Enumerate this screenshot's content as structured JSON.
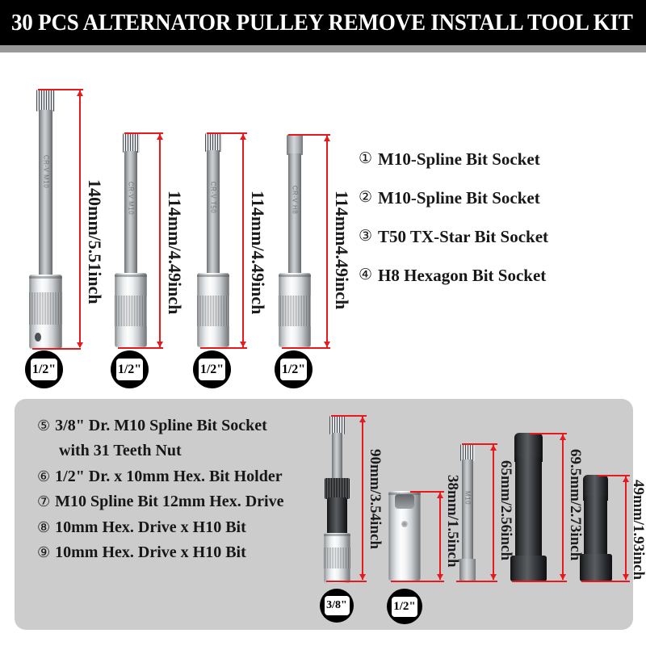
{
  "header": {
    "title": "30 PCS ALTERNATOR PULLEY REMOVE INSTALL TOOL KIT",
    "bar_color": "#999999",
    "background": "#000000",
    "text_color": "#ffffff"
  },
  "accent": {
    "dimension_line_color": "#e8191c",
    "panel_background": "#cccccc"
  },
  "legend": {
    "items": [
      {
        "num": "①",
        "label": "M10-Spline Bit Socket"
      },
      {
        "num": "②",
        "label": "M10-Spline Bit Socket"
      },
      {
        "num": "③",
        "label": "T50 TX-Star Bit Socket"
      },
      {
        "num": "④",
        "label": "H8 Hexagon Bit Socket"
      }
    ]
  },
  "panel_list": {
    "items": [
      {
        "num": "⑤",
        "label": "3/8\" Dr. M10 Spline Bit Socket"
      },
      {
        "num": "",
        "label": "with 31 Teeth Nut"
      },
      {
        "num": "⑥",
        "label": "1/2\" Dr. x 10mm Hex. Bit Holder"
      },
      {
        "num": "⑦",
        "label": "M10 Spline Bit 12mm Hex. Drive"
      },
      {
        "num": "⑧",
        "label": "10mm Hex. Drive x H10 Bit"
      },
      {
        "num": "⑨",
        "label": "10mm Hex. Drive x H10 Bit"
      }
    ]
  },
  "top_row": {
    "tools": [
      {
        "id": "tool-1",
        "dimension": "140mm/5.51inch",
        "drive": "1/2\"",
        "tip": "spline",
        "etch": "CR-V M10"
      },
      {
        "id": "tool-2",
        "dimension": "114mm/4.49inch",
        "drive": "1/2\"",
        "tip": "spline",
        "etch": "CR-V M10"
      },
      {
        "id": "tool-3",
        "dimension": "114mm/4.49inch",
        "drive": "1/2\"",
        "tip": "torx",
        "etch": "CR-V T50"
      },
      {
        "id": "tool-4",
        "dimension": "114mm4.49inch",
        "drive": "1/2\"",
        "tip": "hex",
        "etch": "CR-V H8"
      }
    ]
  },
  "bottom_row": {
    "tools": [
      {
        "id": "tool-5",
        "dimension": "90mm/3.54inch",
        "drive": "3/8\"",
        "finish": "chrome-black"
      },
      {
        "id": "tool-6",
        "dimension": "38mm/1.5inch",
        "drive": "1/2\"",
        "finish": "chrome"
      },
      {
        "id": "tool-7",
        "dimension": "65mm/2.56inch",
        "drive": "",
        "finish": "steel"
      },
      {
        "id": "tool-8",
        "dimension": "69.5mm/2.73inch",
        "drive": "",
        "finish": "black"
      },
      {
        "id": "tool-9",
        "dimension": "49mm/1.93inch",
        "drive": "",
        "finish": "black"
      }
    ]
  }
}
